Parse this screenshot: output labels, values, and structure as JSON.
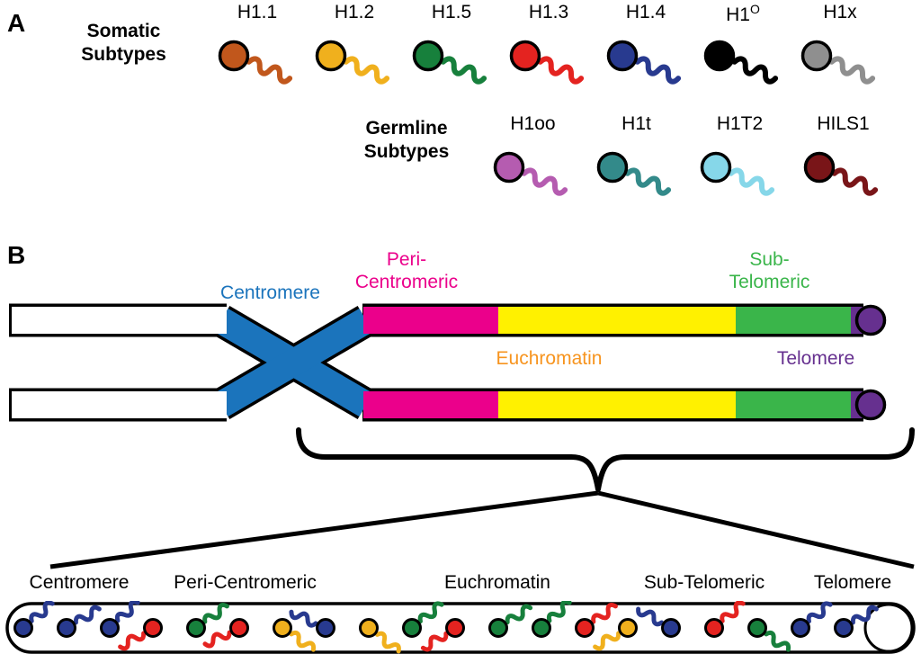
{
  "figure": {
    "panel_a_label": "A",
    "panel_b_label": "B"
  },
  "panel_a": {
    "somatic_title": [
      "Somatic",
      "Subtypes"
    ],
    "germline_title": [
      "Germline",
      "Subtypes"
    ],
    "somatic_subtypes": [
      {
        "name": "H1.1",
        "sup": "",
        "color": "#C1571C"
      },
      {
        "name": "H1.2",
        "sup": "",
        "color": "#F0B01D"
      },
      {
        "name": "H1.5",
        "sup": "",
        "color": "#17803C"
      },
      {
        "name": "H1.3",
        "sup": "",
        "color": "#E42320"
      },
      {
        "name": "H1.4",
        "sup": "",
        "color": "#283A8F"
      },
      {
        "name": "H1",
        "sup": "O",
        "color": "#000000"
      },
      {
        "name": "H1x",
        "sup": "",
        "color": "#8F8F8F"
      }
    ],
    "germline_subtypes": [
      {
        "name": "H1oo",
        "sup": "",
        "color": "#B55CB0"
      },
      {
        "name": "H1t",
        "sup": "",
        "color": "#338A8A"
      },
      {
        "name": "H1T2",
        "sup": "",
        "color": "#86D7E9"
      },
      {
        "name": "HILS1",
        "sup": "",
        "color": "#791518"
      }
    ]
  },
  "panel_b": {
    "regions": {
      "centromere": {
        "label": "Centromere",
        "color": "#1B74BC"
      },
      "pericentromeric": {
        "label": [
          "Peri-",
          "Centromeric"
        ],
        "color": "#EB008B"
      },
      "euchromatin": {
        "label": "Euchromatin",
        "label_color": "#F7941E",
        "band_color": "#FFF100"
      },
      "subtelomeric": {
        "label": [
          "Sub-",
          "Telomeric"
        ],
        "color": "#3AB54A"
      },
      "telomere": {
        "label": "Telomere",
        "color": "#66308F"
      },
      "arm_color": "#FFFFFF"
    }
  },
  "zoom_view": {
    "labels": [
      "Centromere",
      "Peri-Centromeric",
      "Euchromatin",
      "Sub-Telomeric",
      "Telomere"
    ],
    "histones": [
      {
        "color": "#283A8F",
        "angle": -40
      },
      {
        "color": "#283A8F",
        "angle": -30
      },
      {
        "color": "#283A8F",
        "angle": -42
      },
      {
        "color": "#E42320",
        "angle": 150
      },
      {
        "color": "#17803C",
        "angle": -35
      },
      {
        "color": "#E42320",
        "angle": 155
      },
      {
        "color": "#F0B01D",
        "angle": 35
      },
      {
        "color": "#283A8F",
        "angle": 205
      },
      {
        "color": "#F0B01D",
        "angle": 38
      },
      {
        "color": "#17803C",
        "angle": -38
      },
      {
        "color": "#E42320",
        "angle": 148
      },
      {
        "color": "#17803C",
        "angle": -32
      },
      {
        "color": "#17803C",
        "angle": -42
      },
      {
        "color": "#E42320",
        "angle": -35
      },
      {
        "color": "#F0B01D",
        "angle": 150
      },
      {
        "color": "#283A8F",
        "angle": 210
      },
      {
        "color": "#E42320",
        "angle": -40
      },
      {
        "color": "#17803C",
        "angle": 35
      },
      {
        "color": "#283A8F",
        "angle": -38
      },
      {
        "color": "#283A8F",
        "angle": -30
      }
    ]
  }
}
